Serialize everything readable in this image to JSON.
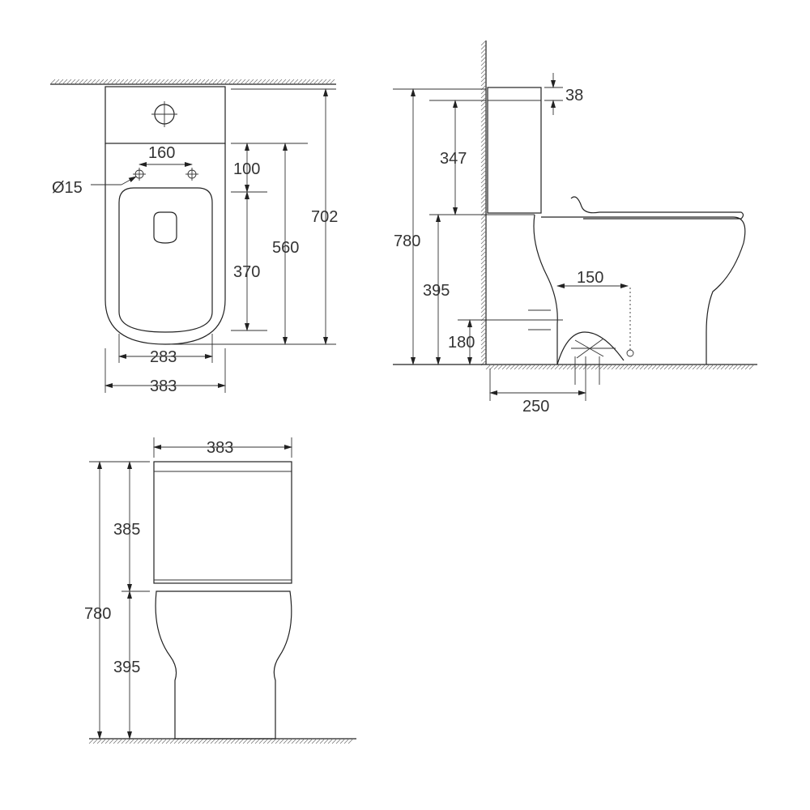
{
  "top_view": {
    "d_hole_spacing": "160",
    "d_hole_dia": "Ø15",
    "d_tank_to_seat": "100",
    "d_seat_length": "370",
    "d_bowl_length": "560",
    "d_total_depth": "702",
    "d_seat_width": "283",
    "d_total_width": "383"
  },
  "side_view": {
    "d_lid": "38",
    "d_tank_height": "347",
    "d_total_height": "780",
    "d_bowl_height": "395",
    "d_outlet_offset": "150",
    "d_outlet_height": "180",
    "d_outlet_from_wall": "250"
  },
  "front_view": {
    "d_width": "383",
    "d_tank_height": "385",
    "d_total_height": "780",
    "d_bowl_height": "395"
  }
}
